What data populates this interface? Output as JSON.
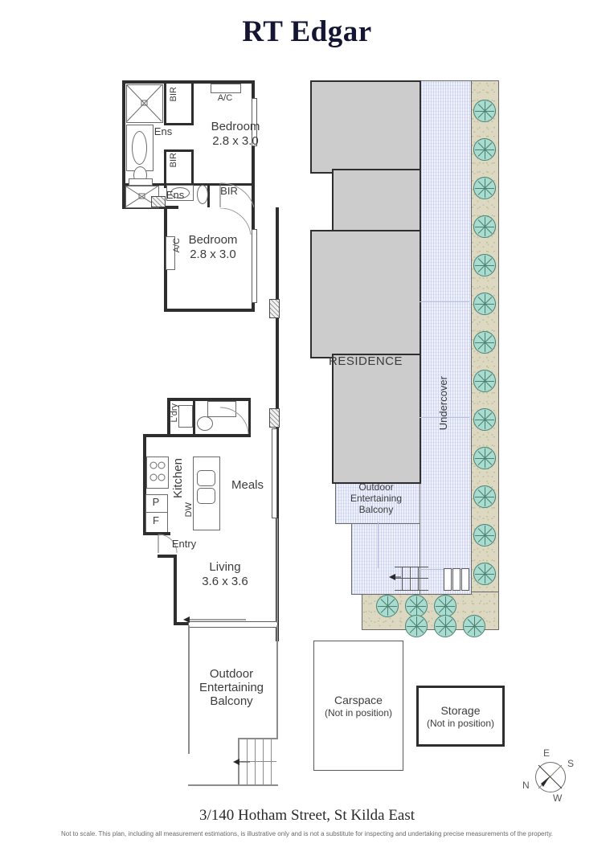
{
  "header": {
    "brand": "RT Edgar"
  },
  "footer": {
    "address": "3/140 Hotham Street, St Kilda East",
    "disclaimer": "Not to scale. This plan, including all measurement estimations, is illustrative only and is not a substitute for inspecting and undertaking precise measurements of the property."
  },
  "compass": {
    "n": "N",
    "e": "E",
    "s": "S",
    "w": "W"
  },
  "floorplan": {
    "bedroom1": {
      "name": "Bedroom",
      "dims": "2.8 x 3.0"
    },
    "bedroom2": {
      "name": "Bedroom",
      "dims": "2.8 x 3.0"
    },
    "living": {
      "name": "Living",
      "dims": "3.6 x 3.6"
    },
    "meals": "Meals",
    "kitchen": "Kitchen",
    "entry": "Entry",
    "laundry": "L'dry",
    "balcony": "Outdoor\nEntertaining\nBalcony",
    "balcony_l1": "Outdoor",
    "balcony_l2": "Entertaining",
    "balcony_l3": "Balcony",
    "bir1": "BIR",
    "bir2": "BIR",
    "bir3": "BIR",
    "ens1": "Ens",
    "ens2": "Ens",
    "ac1": "A/C",
    "ac2": "A/C",
    "pantry": "P",
    "fridge": "F",
    "dishwasher": "DW"
  },
  "siteplan": {
    "residence": "RESIDENCE",
    "undercover": "Undercover",
    "balcony_l1": "Outdoor",
    "balcony_l2": "Entertaining",
    "balcony_l3": "Balcony",
    "carspace": {
      "title": "Carspace",
      "note": "(Not in position)"
    },
    "storage": {
      "title": "Storage",
      "note": "(Not in position)"
    }
  },
  "colors": {
    "residence_fill": "#cccccc",
    "driveway_fill": "#eef0fb",
    "garden_fill": "#dcd8c2",
    "tree_fill": "#a9dcd0",
    "wall": "#2e2e2e",
    "brand": "#141434"
  }
}
